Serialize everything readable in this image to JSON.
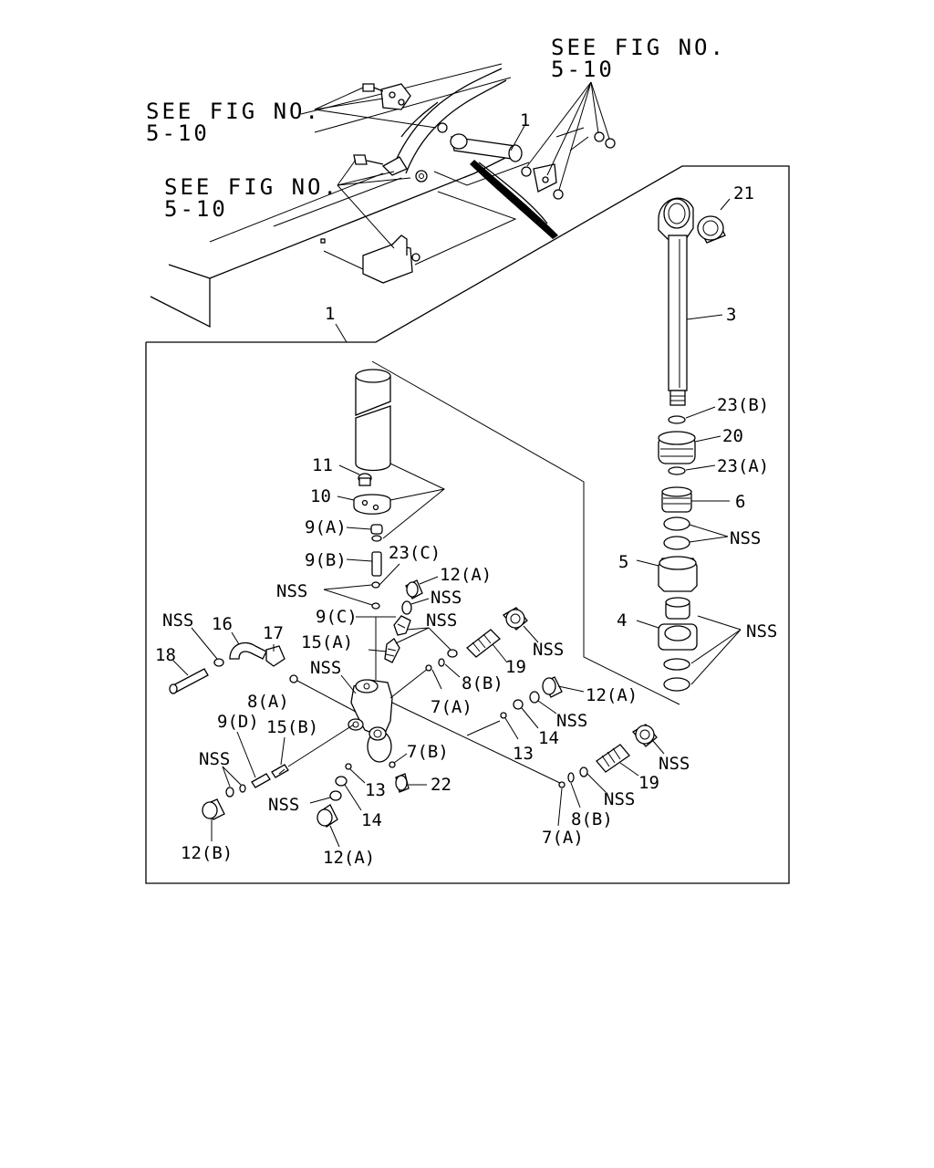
{
  "references": [
    {
      "line1": "SEE FIG NO.",
      "line2": "5-10"
    },
    {
      "line1": "SEE FIG NO.",
      "line2": "5-10"
    },
    {
      "line1": "SEE FIG NO.",
      "line2": "5-10"
    }
  ],
  "callouts": {
    "c1_top": "1",
    "c1_box": "1",
    "c21": "21",
    "c3": "3",
    "c23b": "23(B)",
    "c20": "20",
    "c23a": "23(A)",
    "c6": "6",
    "c5": "5",
    "c4": "4",
    "nss_r1": "NSS",
    "nss_r2": "NSS",
    "c11": "11",
    "c10": "10",
    "c9a": "9(A)",
    "c9b": "9(B)",
    "c23c": "23(C)",
    "nss_left1": "NSS",
    "c9c": "9(C)",
    "c12a_top": "12(A)",
    "nss_12a_top": "NSS",
    "nss_15": "NSS",
    "c15a": "15(A)",
    "nss_16": "NSS",
    "c16": "16",
    "c17": "17",
    "c18": "18",
    "nss_body": "NSS",
    "c8a": "8(A)",
    "c9d": "9(D)",
    "c15b": "15(B)",
    "c19_top": "19",
    "nss_19_top": "NSS",
    "c8b_top": "8(B)",
    "c7a_top": "7(A)",
    "c12a_mid": "12(A)",
    "nss_12a_mid": "NSS",
    "c14_mid": "14",
    "c13_mid": "13",
    "nss_12b": "NSS",
    "c12b": "12(B)",
    "c13_low": "13",
    "c7b": "7(B)",
    "nss_14low": "NSS",
    "c14_low": "14",
    "c22": "22",
    "c12a_low": "12(A)",
    "nss_19_low": "NSS",
    "c19_low": "19",
    "nss_8b_low": "NSS",
    "c8b_low": "8(B)",
    "c7a_low": "7(A)"
  }
}
